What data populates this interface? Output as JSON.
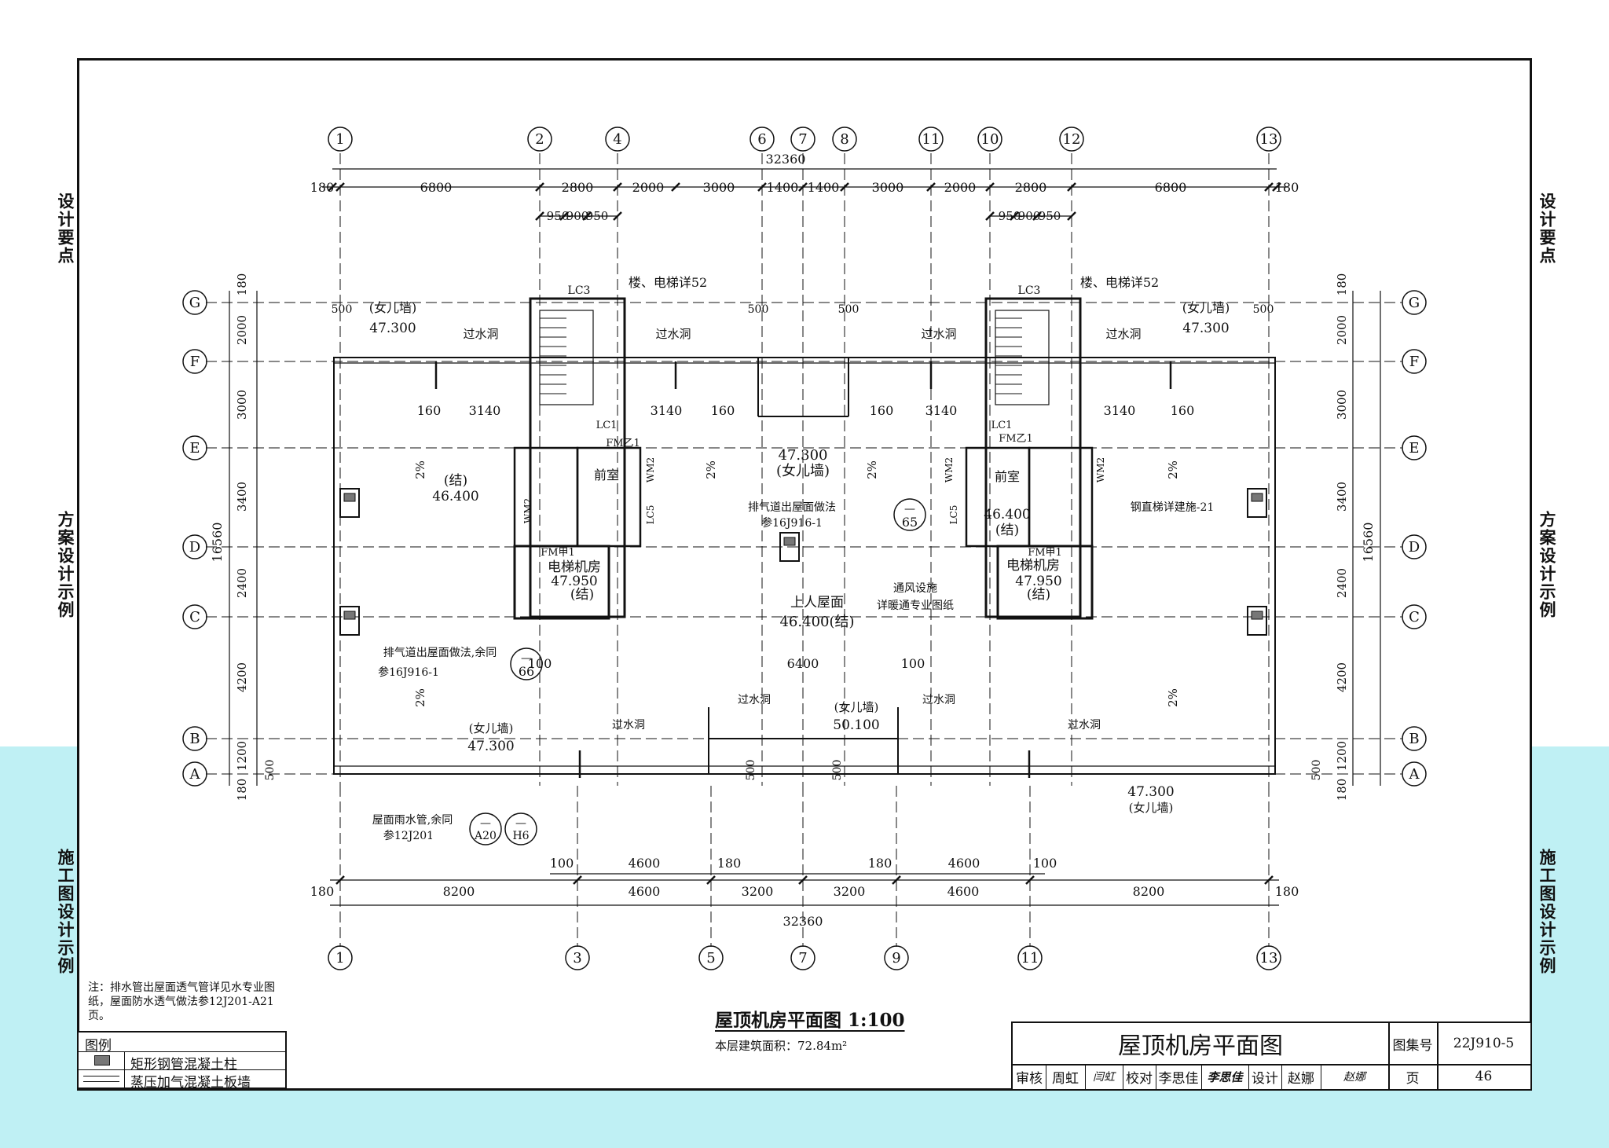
{
  "side_labels": {
    "left": [
      "设计要点",
      "方案设计示例",
      "施工图设计示例"
    ],
    "right": [
      "设计要点",
      "方案设计示例",
      "施工图设计示例"
    ]
  },
  "axes": {
    "top": [
      "1",
      "2",
      "4",
      "6",
      "7",
      "8",
      "11",
      "10",
      "12",
      "13"
    ],
    "bottom": [
      "1",
      "3",
      "5",
      "7",
      "9",
      "11",
      "13"
    ],
    "rows": [
      "G",
      "F",
      "E",
      "D",
      "C",
      "B",
      "A"
    ]
  },
  "dims": {
    "top_total": "32360",
    "top_main": [
      "180",
      "6800",
      "2800",
      "2000",
      "3000",
      "1400",
      "1400",
      "3000",
      "2000",
      "2800",
      "6800",
      "180"
    ],
    "top_stair": [
      "950",
      "900",
      "950"
    ],
    "bottom_total": "32360",
    "bottom_main": [
      "180",
      "8200",
      "4600",
      "3200",
      "3200",
      "4600",
      "8200",
      "180"
    ],
    "bottom_sub": [
      "100",
      "4600",
      "180",
      "180",
      "4600",
      "100"
    ],
    "side": [
      "180",
      "2000",
      "3000",
      "3400",
      "2400",
      "4200",
      "1200",
      "180"
    ],
    "side_total": "16560",
    "inner": [
      "160",
      "3140",
      "3140",
      "160",
      "160",
      "3140",
      "3140",
      "160"
    ],
    "middle": [
      "100",
      "6400",
      "100"
    ],
    "small500": "500"
  },
  "labels": {
    "lc3": "LC3",
    "stair_ref": "楼、电梯详52",
    "parapet": "(女儿墙)",
    "el_47300": "47.300",
    "drain_hole": "过水洞",
    "slope": "2%",
    "struct": "(结)",
    "el_46400": "46.400",
    "fm_b1": "FM乙1",
    "lc1": "LC1",
    "wm2": "WM2",
    "lc5": "LC5",
    "front_room": "前室",
    "fm_a1": "FM甲1",
    "elev_room": "电梯机房",
    "el_47950": "47.950",
    "el_47300_center": "47.300",
    "parapet_center": "(女儿墙)",
    "exhaust": "排气道出屋面做法",
    "exhaust_ref": "参16J916-1",
    "exhaust_num": "65",
    "steel_ladder": "钢直梯详建施-21",
    "vent": "通风设施",
    "vent_ref": "详暖通专业图纸",
    "roof_up": "上人屋面",
    "roof_el": "46.400(结)",
    "exhaust2": "排气道出屋面做法,余同",
    "exhaust2_num": "66",
    "parapet_mid": "(女儿墙)",
    "el_50100": "50.100",
    "rain_pipe": "屋面雨水管,余同",
    "rain_ref": "参12J201",
    "rain_a": "A20",
    "rain_b": "H6",
    "dash": "—"
  },
  "note": "注：排水管出屋面透气管详见水专业图纸，屋面防水透气做法参12J201-A21页。",
  "plan_title": "屋顶机房平面图  1:100",
  "plan_area": "本层建筑面积：72.84m²",
  "legend": {
    "header": "图例",
    "items": [
      "矩形钢管混凝土柱",
      "蒸压加气混凝土板墙"
    ]
  },
  "titleblock": {
    "title": "屋顶机房平面图",
    "atlas_label": "图集号",
    "atlas_no": "22J910-5",
    "page_label": "页",
    "page_no": "46",
    "review": "审核",
    "reviewer": "周虹",
    "check": "校对",
    "checker": "李思佳",
    "design": "设计",
    "designer": "赵娜",
    "sig_reviewer": "闫虹",
    "sig_checker": "李思佳",
    "sig_designer": "赵娜"
  }
}
